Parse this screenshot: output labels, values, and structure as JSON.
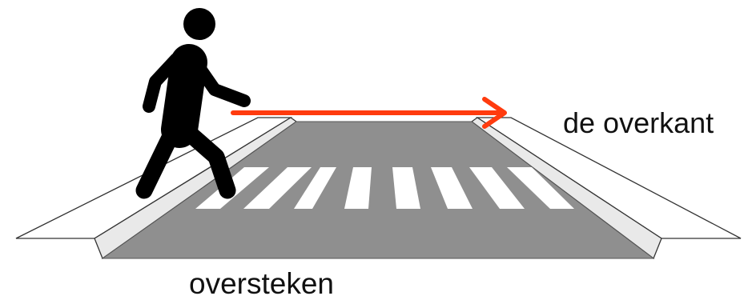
{
  "labels": {
    "destination": "de overkant",
    "action": "oversteken"
  },
  "colors": {
    "road": "#8f8f8f",
    "stripes": "#ffffff",
    "arrow": "#ff3b0e",
    "pedestrian": "#000000",
    "outline": "#333333"
  },
  "crosswalk": {
    "stripe_count": 8
  },
  "icons": {
    "pedestrian": "walking-person-icon",
    "arrow": "arrow-right-icon"
  }
}
